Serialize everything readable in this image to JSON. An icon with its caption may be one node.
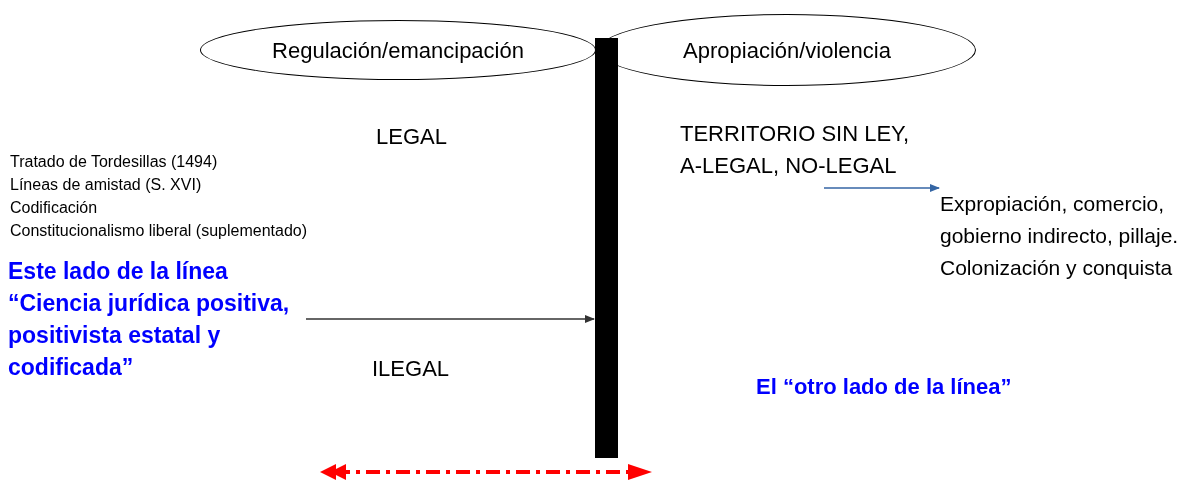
{
  "diagram": {
    "nodes": [
      {
        "text": [
          "Regulación/emancipación"
        ]
      },
      {
        "text": [
          "Apropiación/violencia"
        ]
      },
      {
        "text": [],
        "shape": "bar"
      },
      {
        "text": [
          "Este lado de la línea “Ciencia jurídica positiva, positivista estatal y codificada”"
        ]
      },
      {
        "text": [
          "TERRITORIO SIN LEY, A-LEGAL, NO-LEGAL"
        ]
      },
      {
        "text": [
          "Expropiación, comercio, gobierno indirecto, pillaje. Colonización y conquista"
        ]
      }
    ],
    "edges": [
      {
        "from": 3,
        "to": 2,
        "arrow": "to"
      },
      {
        "from": 4,
        "to": 5,
        "arrow": "to",
        "color": "#3465a4"
      }
    ],
    "labels": [
      "LEGAL",
      "Tratado de Tordesillas (1494)",
      "Líneas de amistad (S. XVI)",
      "Codificación",
      "Constitucionalismo liberal (suplementado)",
      "ILEGAL",
      "El “otro lado de la línea”"
    ]
  }
}
